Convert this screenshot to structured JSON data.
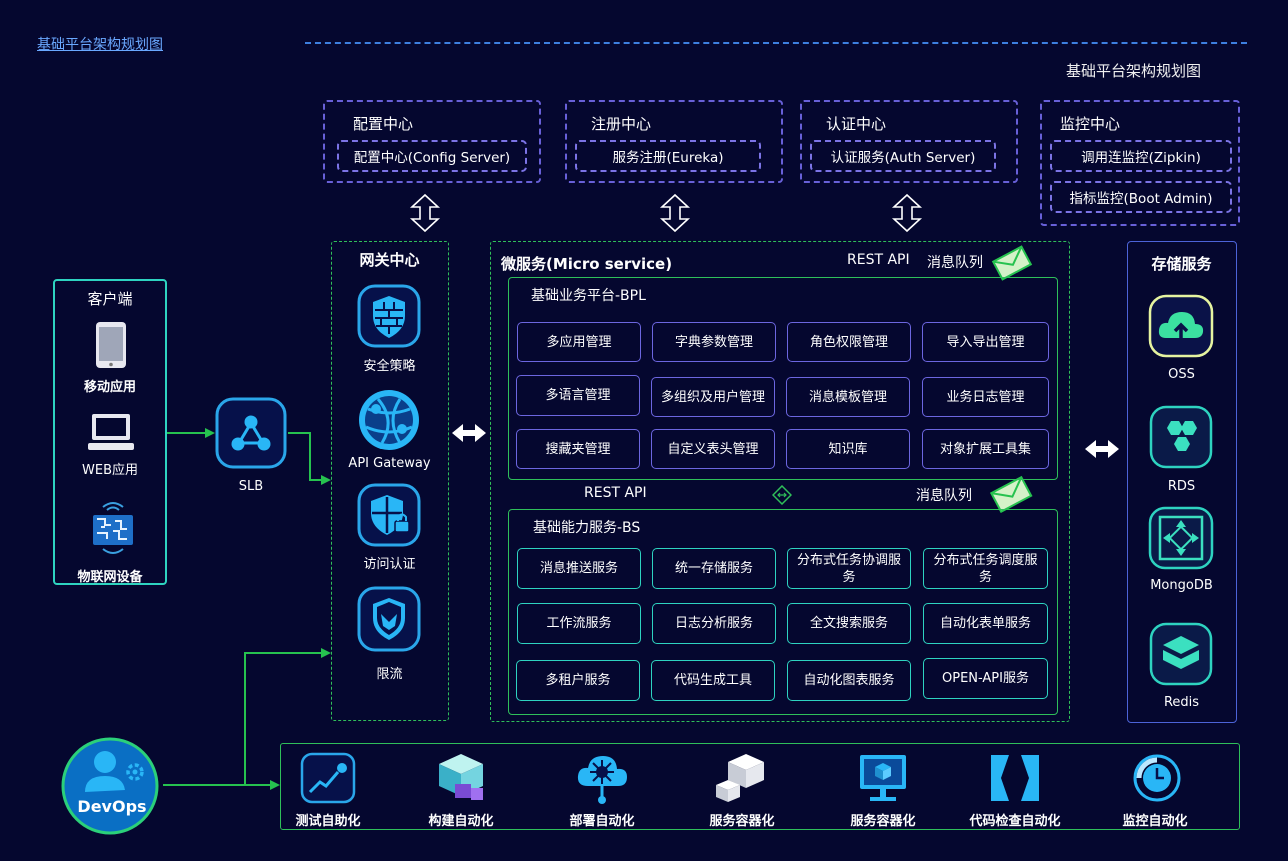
{
  "header": {
    "link_text": "基础平台架构规划图",
    "title": "基础平台架构规划图"
  },
  "centers": [
    {
      "title": "配置中心",
      "items": [
        "配置中心(Config Server)"
      ]
    },
    {
      "title": "注册中心",
      "items": [
        "服务注册(Eureka)"
      ]
    },
    {
      "title": "认证中心",
      "items": [
        "认证服务(Auth Server)"
      ]
    },
    {
      "title": "监控中心",
      "items": [
        "调用连监控(Zipkin)",
        "指标监控(Boot Admin)"
      ]
    }
  ],
  "client": {
    "title": "客户端",
    "items": [
      {
        "label": "移动应用",
        "icon": "mobile-phone-icon"
      },
      {
        "label": "WEB应用",
        "icon": "computer-icon"
      },
      {
        "label": "物联网设备",
        "icon": "iot-chip-icon"
      }
    ]
  },
  "slb": {
    "label": "SLB",
    "icon": "network-share-icon"
  },
  "gateway": {
    "title": "网关中心",
    "items": [
      {
        "label": "安全策略",
        "icon": "firewall-shield-icon"
      },
      {
        "label": "API Gateway",
        "icon": "globe-network-icon"
      },
      {
        "label": "访问认证",
        "icon": "shield-lock-icon"
      },
      {
        "label": "限流",
        "icon": "shield-limit-icon"
      }
    ]
  },
  "microservice": {
    "title": "微服务(Micro service)",
    "top_rest": "REST API",
    "top_mq": "消息队列",
    "mid_rest": "REST API",
    "mid_mq": "消息队列",
    "bpl": {
      "title": "基础业务平台-BPL",
      "modules": [
        "多应用管理",
        "字典参数管理",
        "角色权限管理",
        "导入导出管理",
        "多语言管理",
        "多组织及用户管理",
        "消息模板管理",
        "业务日志管理",
        "搜藏夹管理",
        "自定义表头管理",
        "知识库",
        "对象扩展工具集"
      ]
    },
    "bs": {
      "title": "基础能力服务-BS",
      "modules": [
        "消息推送服务",
        "统一存储服务",
        "分布式任务协调服务",
        "分布式任务调度服务",
        "工作流服务",
        "日志分析服务",
        "全文搜索服务",
        "自动化表单服务",
        "多租户服务",
        "代码生成工具",
        "自动化图表服务",
        "OPEN-API服务"
      ]
    }
  },
  "storage": {
    "title": "存储服务",
    "items": [
      {
        "label": "OSS",
        "icon": "cloud-upload-icon"
      },
      {
        "label": "RDS",
        "icon": "hexagon-cluster-icon"
      },
      {
        "label": "MongoDB",
        "icon": "mongodb-frame-icon"
      },
      {
        "label": "Redis",
        "icon": "redis-layers-icon"
      }
    ]
  },
  "devops": {
    "label": "DevOps",
    "items": [
      {
        "label": "测试自助化",
        "icon": "test-chart-icon"
      },
      {
        "label": "构建自动化",
        "icon": "build-cubes-icon"
      },
      {
        "label": "部署自动化",
        "icon": "deploy-cloud-icon"
      },
      {
        "label": "服务容器化",
        "icon": "container-boxes-icon"
      },
      {
        "label": "服务容器化",
        "icon": "monitor-cube-icon"
      },
      {
        "label": "代码检查自动化",
        "icon": "code-check-icon"
      },
      {
        "label": "监控自动化",
        "icon": "monitor-clock-icon"
      }
    ]
  },
  "colors": {
    "background": "#05072f",
    "dashed_purple": "#6860d8",
    "green": "#2fbf5a",
    "teal": "#2ed3c0",
    "icon_blue": "#29b6f6"
  }
}
